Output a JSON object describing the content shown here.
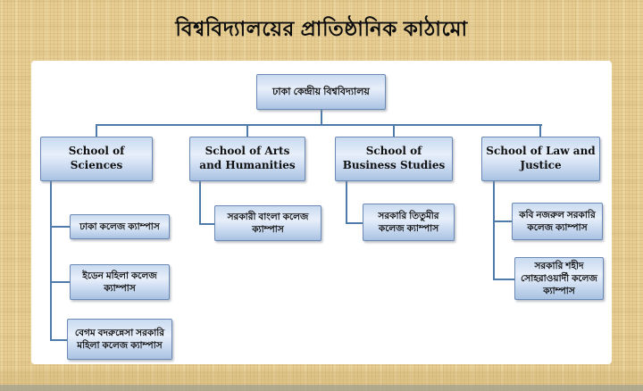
{
  "page": {
    "title": "বিশ্ববিদ্যালয়ের প্রাতিষ্ঠানিক কাঠামো",
    "background_color": "#e7cd92",
    "panel_color": "#ffffff"
  },
  "org_chart": {
    "root": {
      "label": "ঢাকা কেন্দ্রীয় বিশ্ববিদ্যালয়"
    },
    "schools": [
      {
        "label": "School of Sciences",
        "campuses": [
          {
            "label": "ঢাকা কলেজ ক্যাম্পাস"
          },
          {
            "label": "ইডেন মহিলা কলেজ ক্যাম্পাস"
          },
          {
            "label": "বেগম বদরুন্নেসা সরকারি মহিলা কলেজ ক্যাম্পাস"
          }
        ]
      },
      {
        "label": "School of Arts and Humanities",
        "campuses": [
          {
            "label": "সরকারী বাংলা কলেজ ক্যাম্পাস"
          }
        ]
      },
      {
        "label": "School of Business Studies",
        "campuses": [
          {
            "label": "সরকারি তিতুমীর কলেজ ক্যাম্পাস"
          }
        ]
      },
      {
        "label": "School of Law and Justice",
        "campuses": [
          {
            "label": "কবি নজরুল সরকারি কলেজ ক্যাম্পাস"
          },
          {
            "label": "সরকারি শহীদ সোহরাওয়ার্দী কলেজ ক্যাম্পাস"
          }
        ]
      }
    ],
    "colors": {
      "node_fill_top": "#c9daf0",
      "node_fill_bottom": "#a9c2e2",
      "node_border": "#6a89b5",
      "connector": "#4f7bab",
      "text": "#111111"
    }
  }
}
